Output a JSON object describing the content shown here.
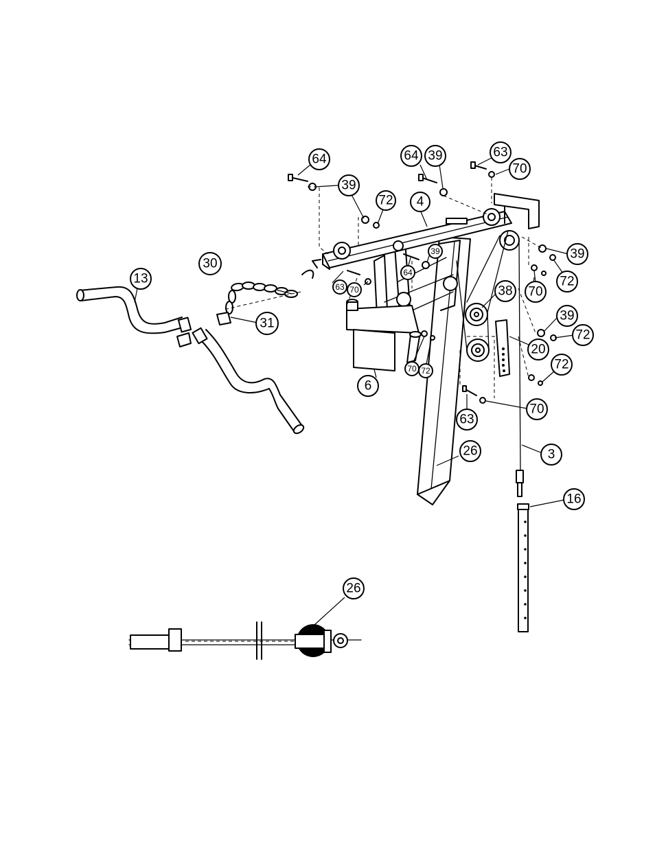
{
  "callouts": [
    {
      "id": "c-64-a",
      "text": "64"
    },
    {
      "id": "c-39-a",
      "text": "39"
    },
    {
      "id": "c-72-a",
      "text": "72"
    },
    {
      "id": "c-4",
      "text": "4"
    },
    {
      "id": "c-64-b",
      "text": "64"
    },
    {
      "id": "c-39-b",
      "text": "39"
    },
    {
      "id": "c-63-a",
      "text": "63"
    },
    {
      "id": "c-70-a",
      "text": "70"
    },
    {
      "id": "c-39-c",
      "text": "39"
    },
    {
      "id": "c-72-b",
      "text": "72"
    },
    {
      "id": "c-70-b",
      "text": "70"
    },
    {
      "id": "c-30",
      "text": "30"
    },
    {
      "id": "c-13",
      "text": "13"
    },
    {
      "id": "c-31",
      "text": "31"
    },
    {
      "id": "c-63-b",
      "text": "63"
    },
    {
      "id": "c-70-c",
      "text": "70"
    },
    {
      "id": "c-39-d",
      "text": "39"
    },
    {
      "id": "c-64-c",
      "text": "64"
    },
    {
      "id": "c-38",
      "text": "38"
    },
    {
      "id": "c-39-e",
      "text": "39"
    },
    {
      "id": "c-72-c",
      "text": "72"
    },
    {
      "id": "c-20",
      "text": "20"
    },
    {
      "id": "c-72-d",
      "text": "72"
    },
    {
      "id": "c-70-d",
      "text": "70"
    },
    {
      "id": "c-72-e",
      "text": "72"
    },
    {
      "id": "c-6",
      "text": "6"
    },
    {
      "id": "c-63-c",
      "text": "63"
    },
    {
      "id": "c-70-e",
      "text": "70"
    },
    {
      "id": "c-26-a",
      "text": "26"
    },
    {
      "id": "c-3",
      "text": "3"
    },
    {
      "id": "c-16",
      "text": "16"
    },
    {
      "id": "c-26-b",
      "text": "26"
    }
  ]
}
